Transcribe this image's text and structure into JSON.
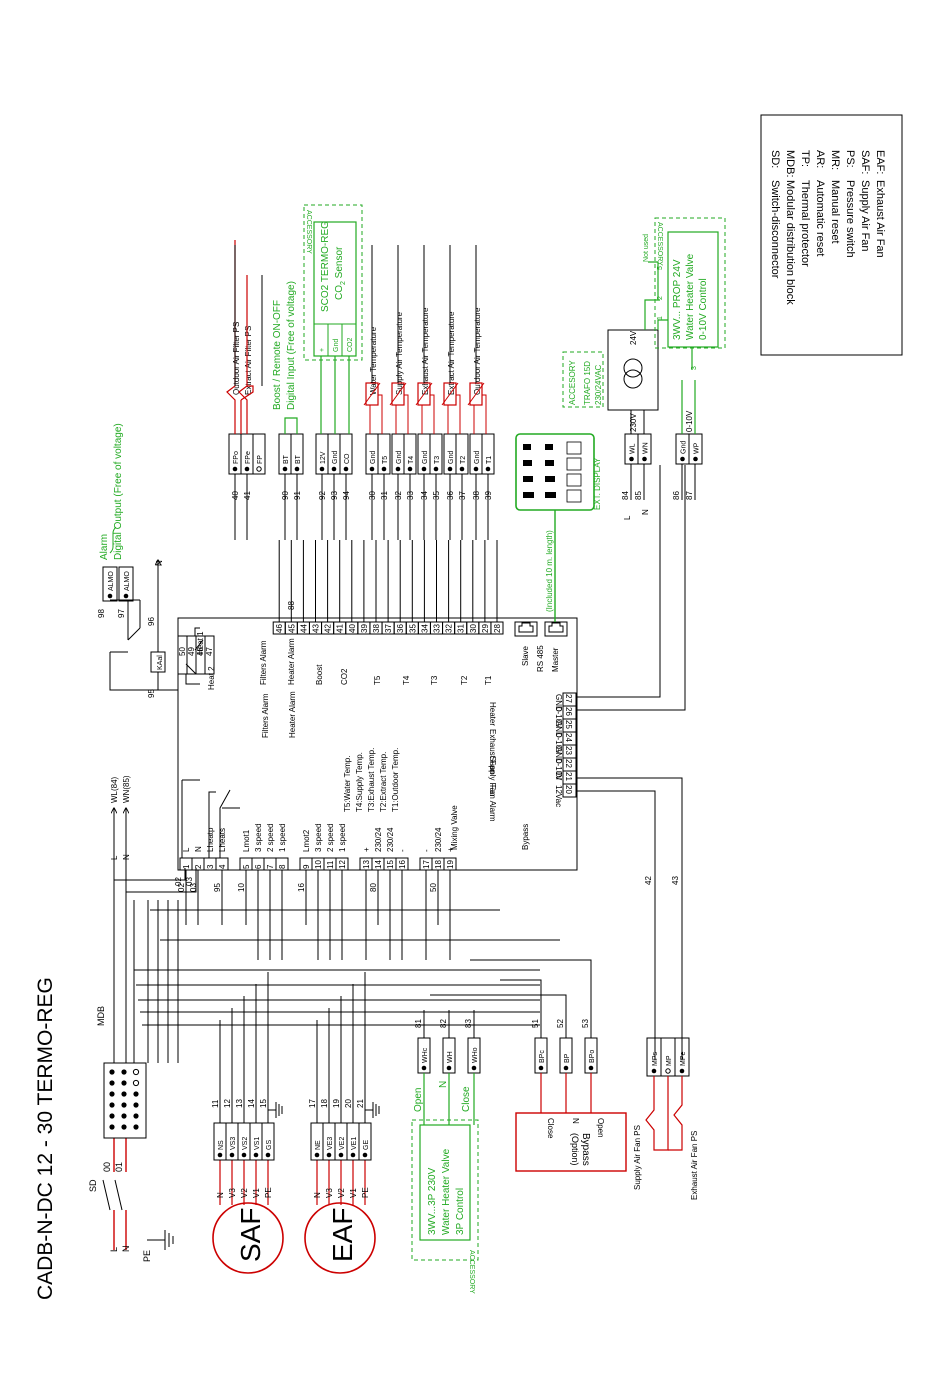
{
  "title": "CADB-N-DC 12 - 30 TERMO-REG",
  "legend": [
    {
      "abbr": "SD:",
      "text": "Switch-disconnector"
    },
    {
      "abbr": "MDB:",
      "text": "Modular distribution block"
    },
    {
      "abbr": "TP:",
      "text": "Thermal protector"
    },
    {
      "abbr": "AR:",
      "text": "Automatic reset"
    },
    {
      "abbr": "MR:",
      "text": "Manual reset"
    },
    {
      "abbr": "PS:",
      "text": "Pressure switch"
    },
    {
      "abbr": "SAF:",
      "text": "Supply Air Fan"
    },
    {
      "abbr": "EAF:",
      "text": "Exhaust Air Fan"
    }
  ],
  "colors": {
    "line": "#000000",
    "red": "#cc0000",
    "green": "#22aa22"
  },
  "power": {
    "sd": "SD",
    "l": "L",
    "n": "N",
    "pe": "PE",
    "w00": "00",
    "w01": "01",
    "mdb": "MDB"
  },
  "main_bus": {
    "l": "L",
    "n": "N",
    "wl": "WL(84)",
    "wn": "WN(85)"
  },
  "motors": {
    "saf": {
      "name": "SAF",
      "leads": [
        "N",
        "V3",
        "V2",
        "V1",
        "PE"
      ],
      "terms": [
        "NS",
        "VS3",
        "VS2",
        "VS1",
        "GS"
      ],
      "wires": [
        "11",
        "12",
        "13",
        "14",
        "15"
      ]
    },
    "eaf": {
      "name": "EAF",
      "leads": [
        "N",
        "V3",
        "V2",
        "V1",
        "PE"
      ],
      "terms": [
        "NE",
        "VE3",
        "VE2",
        "VE1",
        "GE"
      ],
      "wires": [
        "17",
        "18",
        "19",
        "20",
        "21"
      ]
    }
  },
  "left_strip": {
    "pins": [
      "1",
      "2",
      "3",
      "4",
      "5",
      "6",
      "7",
      "8",
      "9",
      "10",
      "11",
      "12",
      "13",
      "14",
      "15",
      "16",
      "17",
      "18",
      "19"
    ],
    "labels": [
      "L",
      "N",
      "Lheatp",
      "Lheats",
      "Lmot1",
      "3 speed",
      "2 speed",
      "1 speed",
      "Lmot2",
      "3 speed",
      "2 speed",
      "1 speed",
      "+",
      "230/24",
      "230/24",
      "-",
      "-",
      "230/24",
      "+"
    ],
    "wires": [
      {
        "pin": 1,
        "label": "02"
      },
      {
        "pin": 2,
        "label": "03"
      },
      {
        "pin": 4,
        "label": "95"
      },
      {
        "pin": 5,
        "label": "10"
      },
      {
        "pin": 9,
        "label": "16"
      },
      {
        "pin": 14,
        "label": "80"
      },
      {
        "pin": 18,
        "label": "50"
      }
    ],
    "mixing_valve": "Mixing Valve",
    "bypass": "Bypass"
  },
  "right_strip": {
    "pins": [
      "20",
      "21",
      "22",
      "23",
      "24",
      "25",
      "26",
      "27"
    ],
    "labels": [
      "12Vac",
      "DI",
      "0-10V",
      "GND",
      "0-10V",
      "GND",
      "0-10V",
      "GND"
    ],
    "groups": [
      "Fan Alarm",
      "Supply Fan",
      "Exhaust Fan",
      "Heater"
    ],
    "wire42": "42",
    "wire43": "43"
  },
  "top_strip": {
    "pins": [
      "28",
      "29",
      "30",
      "31",
      "32",
      "33",
      "34",
      "35",
      "36",
      "37",
      "38",
      "39",
      "40",
      "41",
      "42",
      "43",
      "44",
      "45",
      "46"
    ],
    "groups": [
      "T1",
      "T2",
      "T3",
      "T4",
      "T5",
      "CO2",
      "Boost",
      "Heater Alarm",
      "Filters Alarm"
    ],
    "wire88": "88",
    "rs485": "RS 485",
    "slave": "Slave",
    "master": "Master"
  },
  "relay_strip": {
    "pins": [
      "47",
      "48",
      "49",
      "50"
    ],
    "heat1": "Heat 1",
    "heat2": "Heat 2",
    "kaal": "KAal",
    "wires": [
      "95",
      "96",
      "97",
      "98"
    ],
    "almo": "ALMO",
    "alarm_title": "Alarm",
    "alarm_sub": "Digital Output (Free of voltage)"
  },
  "temps_legend": [
    "T5:Water Temp.",
    "T4:Supply Temp.",
    "T3:Exhaust Temp.",
    "T2:Extract Temp.",
    "T1:Outdoor Temp."
  ],
  "sensor_block": {
    "rows": [
      {
        "wire": "40",
        "term": "FPo",
        "label": "Outdoor Air Filter PS"
      },
      {
        "wire": "41",
        "term": "FPe",
        "label": "Extract Air Filter PS"
      },
      {
        "wire": "90",
        "term": "BT",
        "label": ""
      },
      {
        "wire": "91",
        "term": "BT",
        "label": ""
      },
      {
        "wire": "92",
        "term": "12V",
        "label": ""
      },
      {
        "wire": "93",
        "term": "Gnd",
        "label": ""
      },
      {
        "wire": "94",
        "term": "CO",
        "label": ""
      },
      {
        "wire": "30",
        "term": "Gnd",
        "label": "Water Temperature"
      },
      {
        "wire": "31",
        "term": "T5",
        "label": ""
      },
      {
        "wire": "32",
        "term": "Gnd",
        "label": "Supply Air Temperature"
      },
      {
        "wire": "33",
        "term": "T4",
        "label": ""
      },
      {
        "wire": "34",
        "term": "Gnd",
        "label": "Exhaust Air Temperature"
      },
      {
        "wire": "35",
        "term": "T3",
        "label": ""
      },
      {
        "wire": "36",
        "term": "Gnd",
        "label": "Extract Air Temperature"
      },
      {
        "wire": "37",
        "term": "T2",
        "label": ""
      },
      {
        "wire": "38",
        "term": "Gnd",
        "label": "Outdoor Air Temperature"
      },
      {
        "wire": "39",
        "term": "T1",
        "label": ""
      }
    ],
    "fp_mid": "FP",
    "boost_l1": "Boost / Remote ON-OFF",
    "boost_l2": "Digital Input (Free of voltage)",
    "sco2_l1": "SCO2 TERMO-REG",
    "sco2_l2": "CO",
    "sco2_sub": "2",
    "sco2_l3": " Sensor",
    "sco2_terms": [
      "+",
      "Gnd",
      "CO2"
    ],
    "accessory": "ACCESSORY"
  },
  "display": {
    "title": "EXT. DISPLAY",
    "cable": "(Included 10 m. length)"
  },
  "trafo": {
    "accessory": "ACCESORY",
    "l1": "TRAFO 15D",
    "l2": "230/24VAC",
    "v24": "24V",
    "v230": "230V",
    "terms": [
      "WL",
      "WN"
    ],
    "wires": [
      "84",
      "85"
    ],
    "l": "L",
    "n": "N"
  },
  "prop": {
    "l1": "3WV... PROP 24V",
    "l2": "Water Heater Valve",
    "l3": "0-10V Control",
    "accessory": "ACCESSORY",
    "not_used": "Not used",
    "pins": [
      "1",
      "2",
      "3",
      "5"
    ],
    "terms": [
      "Gnd",
      "WP"
    ],
    "wires": [
      "86",
      "87"
    ],
    "v010": "0-10V"
  },
  "valve3p": {
    "l1": "3WV...3P 230V",
    "l2": "Water Heater Valve",
    "l3": "3P Control",
    "accessory": "ACCESSORY",
    "open": "Open",
    "n": "N",
    "close": "Close",
    "terms": [
      "WHc",
      "WH",
      "WHo"
    ],
    "wires": [
      "81",
      "82",
      "83"
    ]
  },
  "bypass_box": {
    "l1": "Bypass",
    "l2": "(Option)",
    "pins": [
      "Close",
      "N",
      "Open"
    ],
    "terms": [
      "BPc",
      "BP",
      "BPo"
    ],
    "wires": [
      "51",
      "52",
      "53"
    ]
  },
  "fan_ps": {
    "terms": [
      "MPs",
      "MP",
      "MPe"
    ],
    "supply": "Supply Air Fan PS",
    "exhaust": "Exhaust Air Fan PS"
  }
}
